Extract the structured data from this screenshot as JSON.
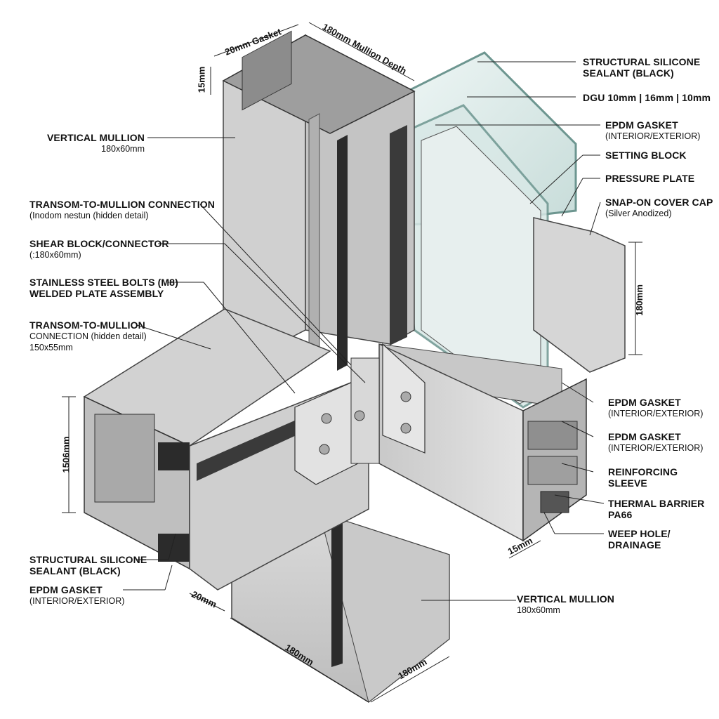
{
  "labels": {
    "vertical_mullion_top": {
      "title": "VERTICAL MULLION",
      "sub": "180x60mm"
    },
    "transom_connection_1": {
      "title": "TRANSOM-TO-MULLION CONNECTION",
      "sub": "(Inodom nestun (hidden detail)"
    },
    "shear_block": {
      "title": "SHEAR BLOCK/CONNECTOR",
      "sub": "(:180x60mm)"
    },
    "stainless_bolts": {
      "title": "STAINLESS STEEL BOLTS (M8)",
      "sub": "WELDED PLATE ASSEMBLY"
    },
    "transom_connection_2": {
      "title": "TRANSOM-TO-MULLION",
      "sub": "CONNECTION (hidden detail)",
      "sub2": "150x55mm"
    },
    "structural_silicone_left": {
      "title": "STRUCTURAL SILICONE",
      "sub": "SEALANT (BLACK)"
    },
    "epdm_left": {
      "title": "EPDM GASKET",
      "sub": "(INTERIOR/EXTERIOR)"
    },
    "structural_silicone_right": {
      "title": "STRUCTURAL SILICONE",
      "sub": "SEALANT (BLACK)"
    },
    "dgu": {
      "title": "DGU 10mm | 16mm | 10mm"
    },
    "epdm_right_top": {
      "title": "EPDM GASKET",
      "sub": "(INTERIOR/EXTERIOR)"
    },
    "setting_block": {
      "title": "SETTING BLOCK"
    },
    "pressure_plate": {
      "title": "PRESSURE PLATE"
    },
    "cover_cap": {
      "title": "SNAP-ON COVER CAP",
      "sub": "(Silver Anodized)"
    },
    "epdm_right_1": {
      "title": "EPDM GASKET",
      "sub": "(INTERIOR/EXTERIOR)"
    },
    "epdm_right_2": {
      "title": "EPDM GASKET",
      "sub": "(INTERIOR/EXTERIOR)"
    },
    "reinforcing": {
      "title": "REINFORCING",
      "sub": "SLEEVE"
    },
    "thermal": {
      "title": "THERMAL BARRIER",
      "sub": "PA66"
    },
    "weep": {
      "title": "WEEP HOLE/",
      "sub": "DRAINAGE"
    },
    "vertical_mullion_bottom": {
      "title": "VERTICAL MULLION",
      "sub": "180x60mm"
    }
  },
  "dimensions": {
    "gasket_top": "20mm Gasket",
    "mullion_depth": "180mm Mullion Depth",
    "top_15": "15mm",
    "right_180": "180mm",
    "left_150": "1506mm",
    "bottom_20": "20mm",
    "bottom_180a": "180mm",
    "bottom_180b": "180mm",
    "right_15": "15mm"
  },
  "colors": {
    "aluminium_light": "#d9d9d9",
    "aluminium_mid": "#bdbdbd",
    "aluminium_dark": "#9e9e9e",
    "gasket_black": "#2b2b2b",
    "glass": "#d8e8e6",
    "glass_edge": "#6d9690"
  }
}
